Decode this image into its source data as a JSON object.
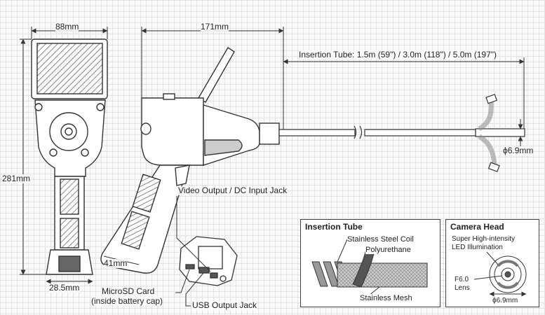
{
  "dimensions": {
    "width_front": "88mm",
    "length_body": "171mm",
    "insertion_tube": "Insertion Tube: 1.5m (59\") / 3.0m (118\") / 5.0m (197\")",
    "height": "281mm",
    "handle_width": "28.5mm",
    "handle_depth": "41mm",
    "head_diameter": "ϕ6.9mm"
  },
  "labels": {
    "video_output": "Video Output / DC Input Jack",
    "microsd_line1": "MicroSD Card",
    "microsd_line2": "(inside battery cap)",
    "usb_output": "USB Output Jack"
  },
  "insertion_panel": {
    "title": "Insertion Tube",
    "coil": "Stainless Steel Coil",
    "polyurethane": "Polyurethane",
    "mesh": "Stainless Mesh"
  },
  "camera_panel": {
    "title": "Camera Head",
    "led_line1": "Super High-intensity",
    "led_line2": "LED Illumination",
    "lens_line1": "F6.0",
    "lens_line2": "Lens",
    "diameter": "ϕ6.9mm"
  }
}
